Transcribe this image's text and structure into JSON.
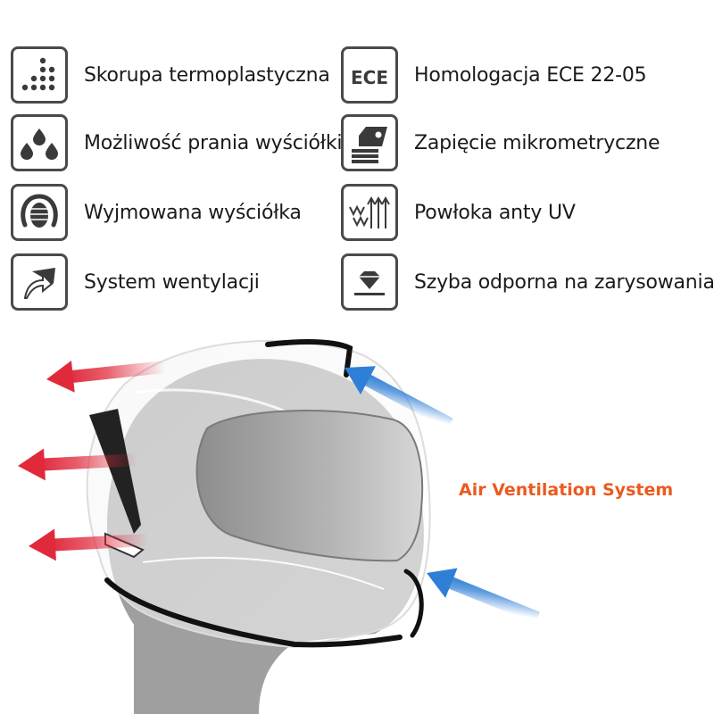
{
  "features": [
    {
      "label": "Skorupa termoplastyczna",
      "icon": "molecule-dots-icon"
    },
    {
      "label": "Możliwość prania wyściółki",
      "icon": "water-drops-icon"
    },
    {
      "label": "Wyjmowana wyściółka",
      "icon": "helmet-liner-icon"
    },
    {
      "label": "System wentylacji",
      "icon": "ventilation-arrow-icon"
    },
    {
      "label": "Homologacja ECE 22-05",
      "icon": "ece-badge-icon",
      "badge_text": "ECE"
    },
    {
      "label": "Zapięcie mikrometryczne",
      "icon": "micrometric-buckle-icon"
    },
    {
      "label": "Powłoka anty UV",
      "icon": "uv-rays-icon"
    },
    {
      "label": "Szyba odporna na zarysowania",
      "icon": "diamond-visor-icon"
    }
  ],
  "illustration": {
    "caption": "Air Ventilation System",
    "caption_color": "#ea5a1f",
    "exhaust_arrow_color": "#e02a3c",
    "intake_arrow_color": "#2f7fd6"
  }
}
